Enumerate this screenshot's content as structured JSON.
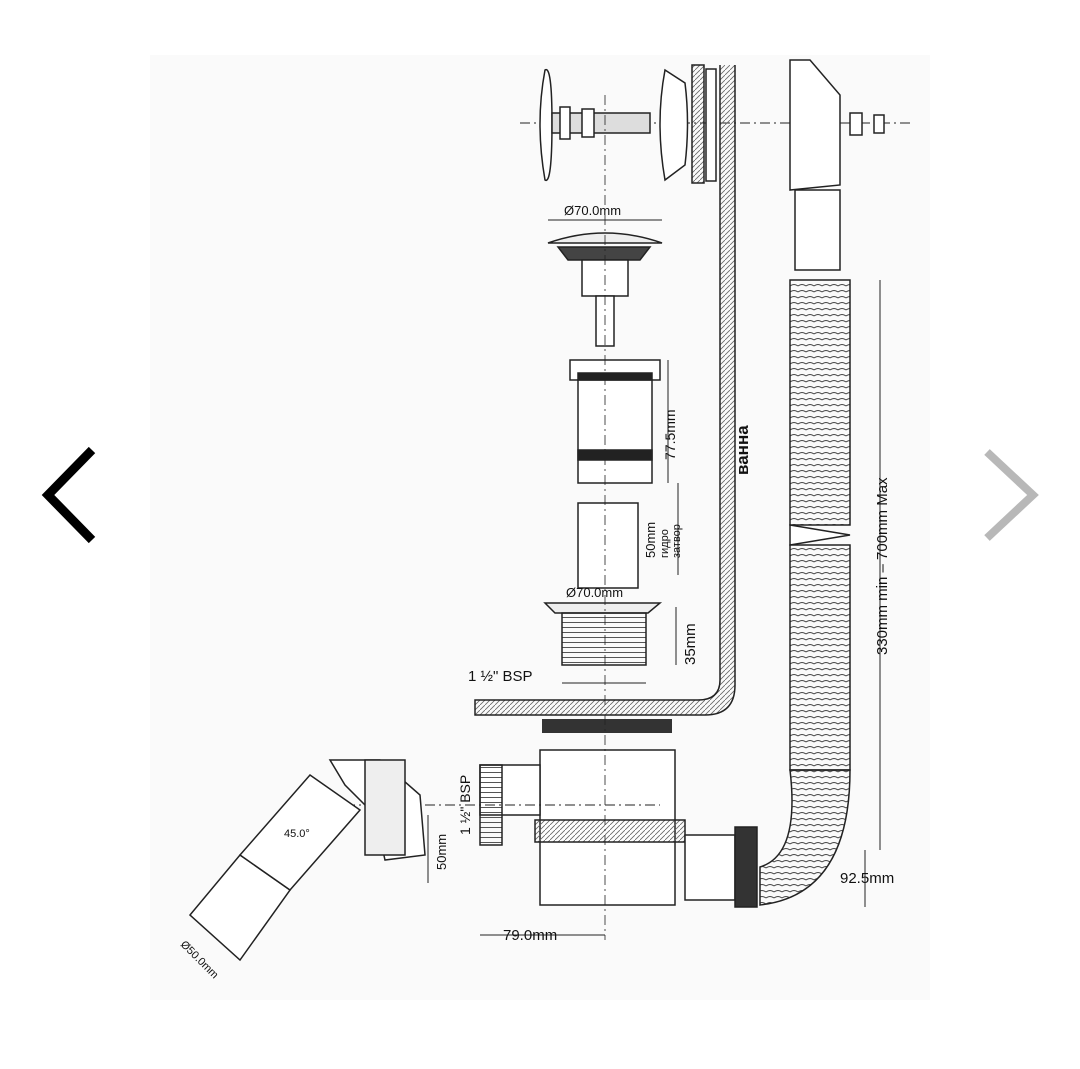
{
  "viewer": {
    "prev_icon": "chevron-left-icon",
    "next_icon": "chevron-right-icon",
    "prev_color": "#000000",
    "next_color": "#b8b8b8"
  },
  "drawing": {
    "labels": {
      "dia_cap": "Ø70.0mm",
      "dia_flange": "Ø70.0mm",
      "len_77": "77.5mm",
      "seal_50": "50mm",
      "seal_word1": "гидро",
      "seal_word2": "затвор",
      "len_35": "35mm",
      "bsp_top": "1 ½\" BSP",
      "bath": "ванна",
      "hose_range": "330mm min – 700mm Max",
      "bsp_side": "1 ½\" BSP",
      "len_50": "50mm",
      "angle": "45.0°",
      "dia_50": "Ø50.0mm",
      "len_79": "79.0mm",
      "len_92": "92.5mm"
    }
  }
}
